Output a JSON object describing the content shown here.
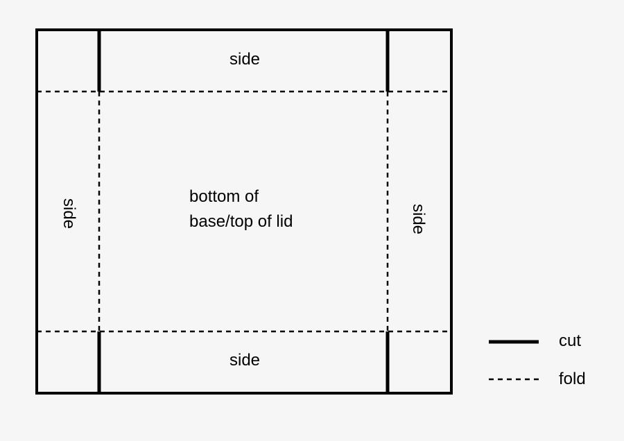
{
  "diagram": {
    "labels": {
      "side_top": "side",
      "side_bottom": "side",
      "side_left": "side",
      "side_right": "side",
      "center_line1": "bottom of",
      "center_line2": "base/top of lid"
    },
    "legend": {
      "cut_label": "cut",
      "fold_label": "fold"
    },
    "colors": {
      "line": "#000000",
      "background": "#f6f6f6"
    }
  }
}
